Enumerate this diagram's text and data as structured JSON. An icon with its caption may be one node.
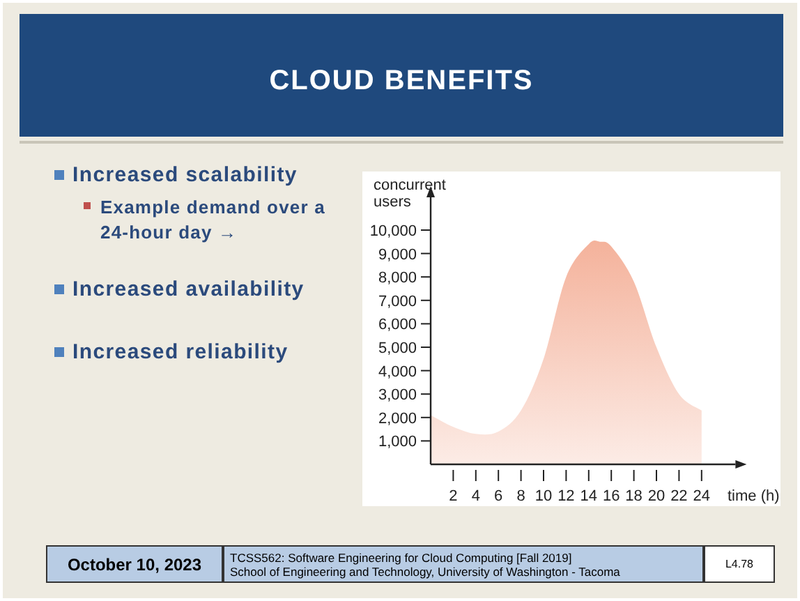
{
  "diagram": {
    "title": "CLOUD BENEFITS",
    "labels": [
      "Increased scalability",
      "Example demand over a 24-hour day →",
      "Increased availability",
      "Increased reliability",
      "October 10, 2023",
      "TCSS562: Software Engineering for Cloud Computing [Fall 2019]",
      "School of Engineering and Technology, University of Washington - Tacoma",
      "L4.78"
    ],
    "chart_data": {
      "type": "area",
      "xlabel": "time (h)",
      "ylabel": "concurrent users",
      "x": [
        0,
        2,
        4,
        6,
        8,
        10,
        12,
        14,
        15,
        16,
        18,
        20,
        22,
        24
      ],
      "series": [
        {
          "color": "#f4b29b",
          "values": [
            2100,
            1600,
            1300,
            1400,
            2300,
            4500,
            8000,
            9400,
            9500,
            9300,
            7800,
            5000,
            3000,
            2300
          ]
        }
      ],
      "xlim": [
        0,
        27
      ],
      "ylim": [
        0,
        11400
      ],
      "xticks": [
        2,
        4,
        6,
        8,
        10,
        12,
        14,
        16,
        18,
        20,
        22,
        24
      ],
      "yticks": [
        {
          "value": 1000,
          "label": "1,000"
        },
        {
          "value": 2000,
          "label": "2,000"
        },
        {
          "value": 3000,
          "label": "3,000"
        },
        {
          "value": 4000,
          "label": "4,000"
        },
        {
          "value": 5000,
          "label": "5,000"
        },
        {
          "value": 6000,
          "label": "6,000"
        },
        {
          "value": 7000,
          "label": "7,000"
        },
        {
          "value": 8000,
          "label": "8,000"
        },
        {
          "value": 9000,
          "label": "9,000"
        },
        {
          "value": 10000,
          "label": "10,000"
        }
      ]
    }
  }
}
